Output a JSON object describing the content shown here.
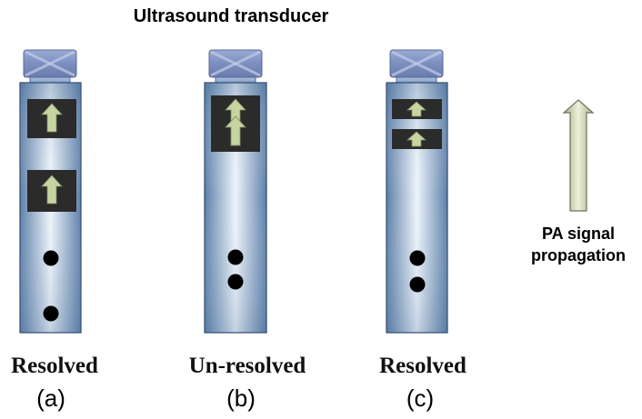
{
  "title": "Ultrasound transducer",
  "panels": [
    {
      "status": "Resolved",
      "label": "(a)"
    },
    {
      "status": "Un-resolved",
      "label": "(b)"
    },
    {
      "status": "Resolved",
      "label": "(c)"
    }
  ],
  "legend": {
    "line1": "PA signal",
    "line2": "propagation"
  },
  "colors": {
    "transducer": "#7b8fc0",
    "column_edge": "#5c7fa8",
    "column_center": "#eef4fb",
    "target_box": "#2b2b2b",
    "arrow_fill": "#c8d3a2",
    "absorber": "#000000"
  }
}
